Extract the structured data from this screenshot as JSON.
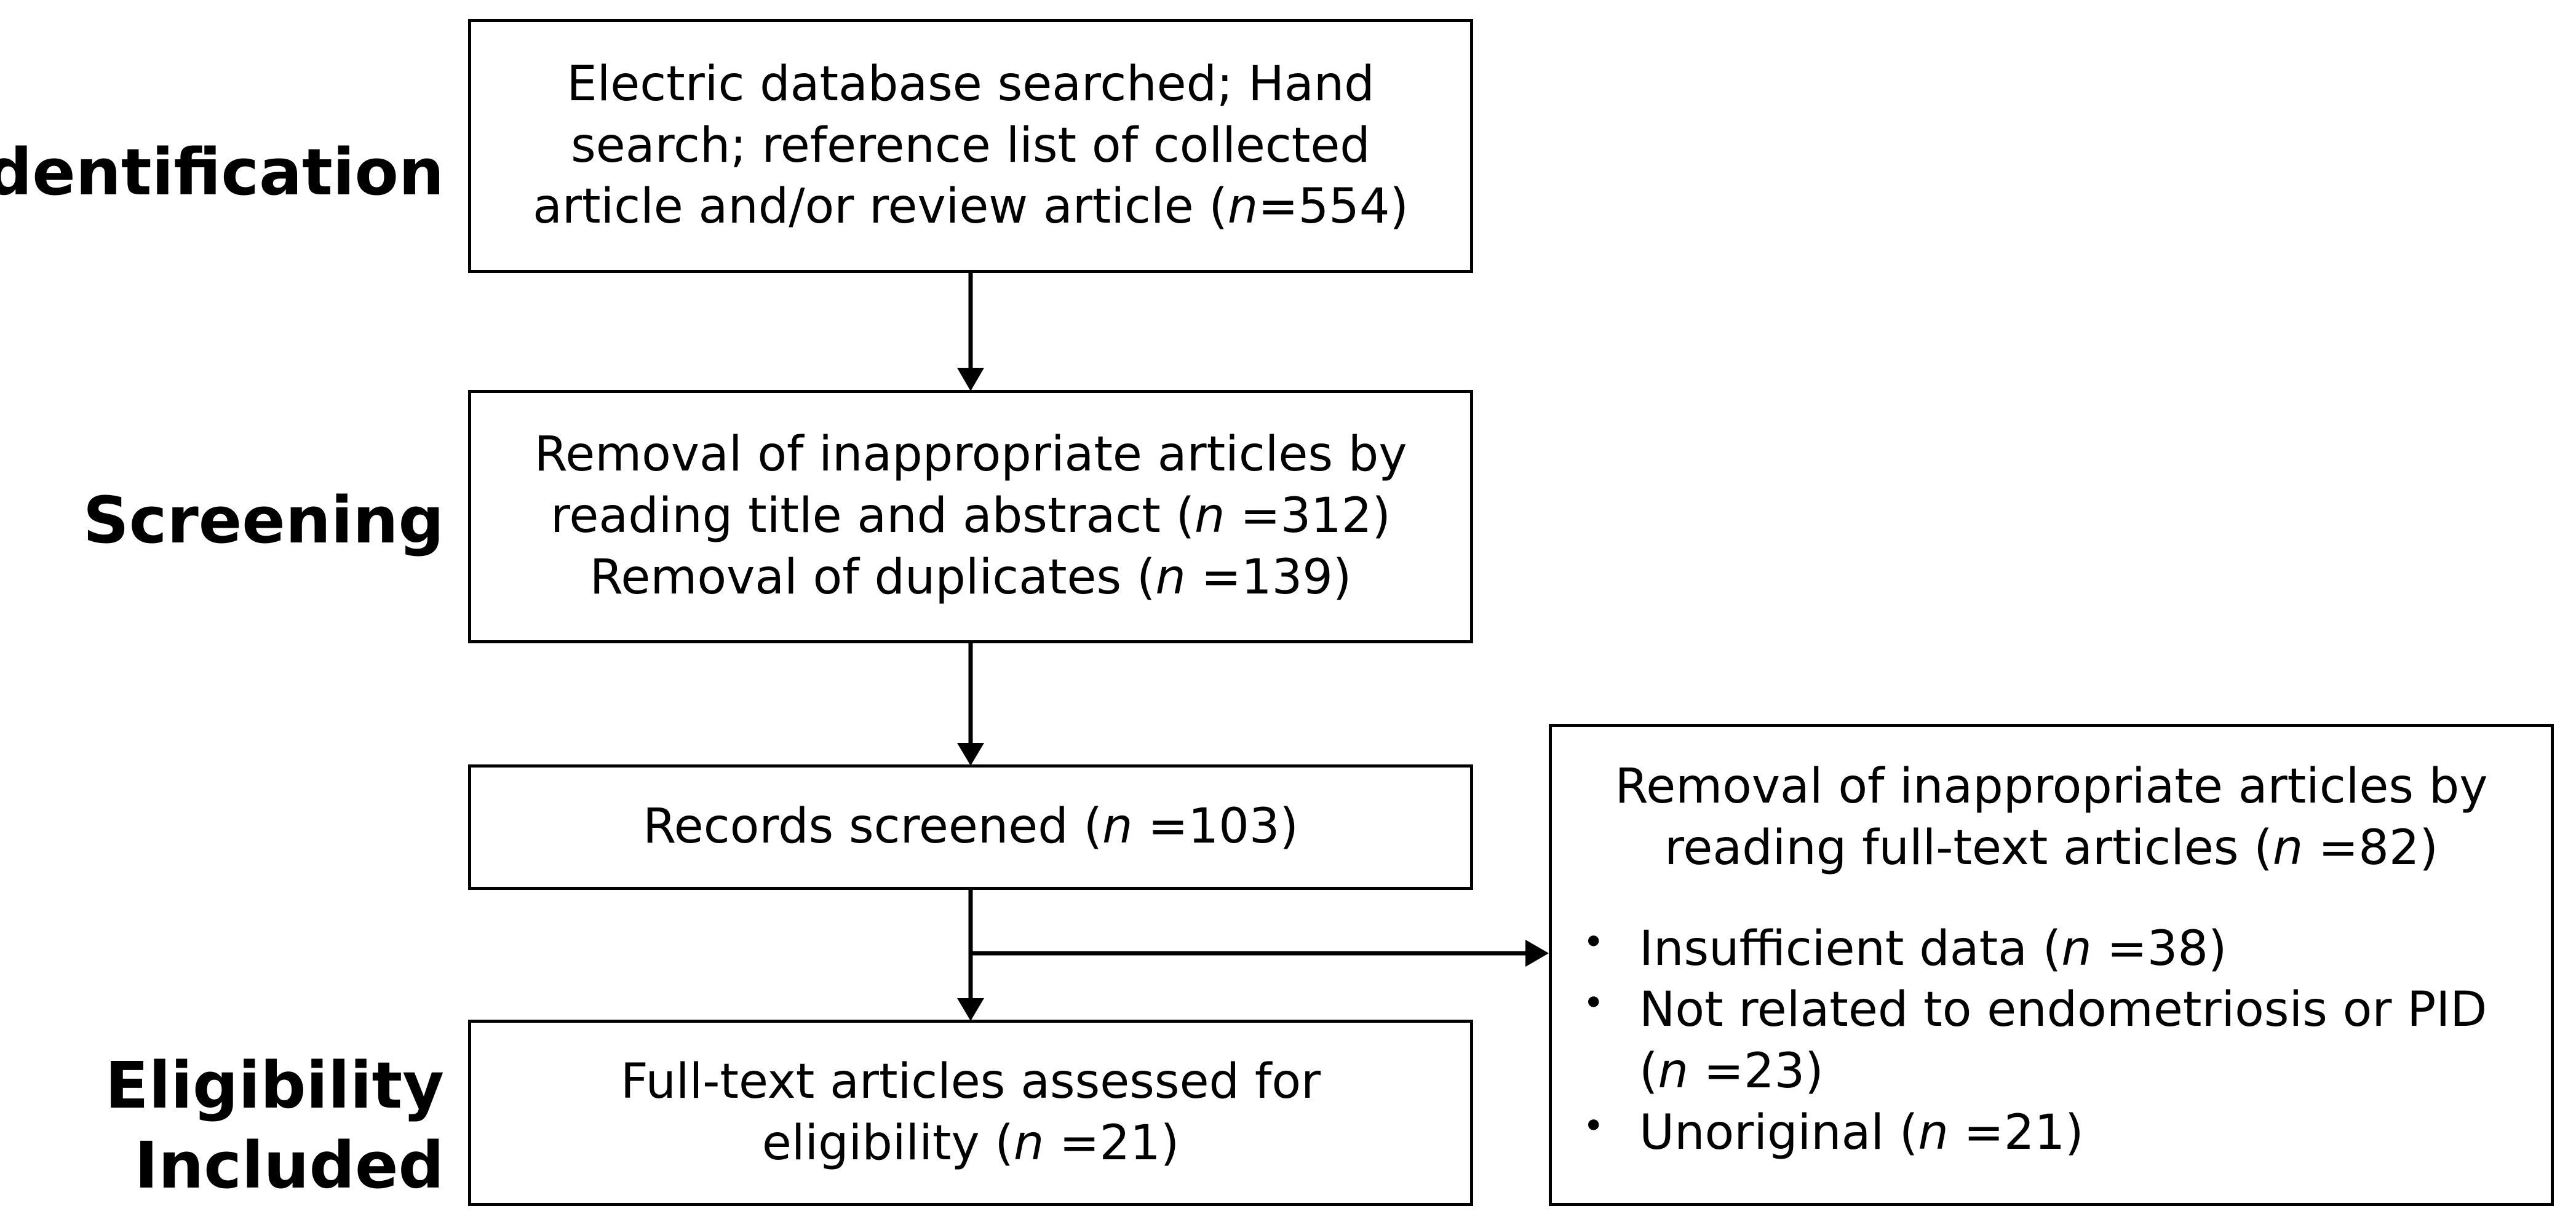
{
  "stages": {
    "identification": "Identification",
    "screening": "Screening",
    "eligibility": "Eligibility",
    "included": "Included"
  },
  "boxes": {
    "identification": {
      "line1": "Electric database searched; Hand",
      "line2": "search; reference list of collected",
      "line3_text": "article and/or review article (",
      "line3_n": "n",
      "line3_value": "=554)"
    },
    "screening": {
      "line1": "Removal of inappropriate articles by",
      "line2_text": "reading title and abstract (",
      "line2_n": "n",
      "line2_value": " =312)",
      "line3_text": "Removal of duplicates (",
      "line3_n": "n",
      "line3_value": " =139)"
    },
    "records": {
      "text": "Records screened (",
      "n": "n",
      "value": " =103)"
    },
    "fulltext": {
      "line1": "Full-text articles assessed for",
      "line2_text": "eligibility (",
      "line2_n": "n",
      "line2_value": " =21)"
    },
    "exclusion": {
      "head_line1": "Removal of inappropriate articles by",
      "head_line2_text": "reading full-text articles (",
      "head_line2_n": "n",
      "head_line2_value": " =82)",
      "bullet": "•",
      "items": [
        {
          "text": "Insufficient data (",
          "n": "n",
          "value": " =38)"
        },
        {
          "text": "Not related to endometriosis or PID",
          "n": "",
          "value": ""
        },
        {
          "text": "(",
          "n": "n",
          "value": " =23)"
        },
        {
          "text": "Unoriginal (",
          "n": "n",
          "value": " =21)"
        }
      ]
    }
  }
}
